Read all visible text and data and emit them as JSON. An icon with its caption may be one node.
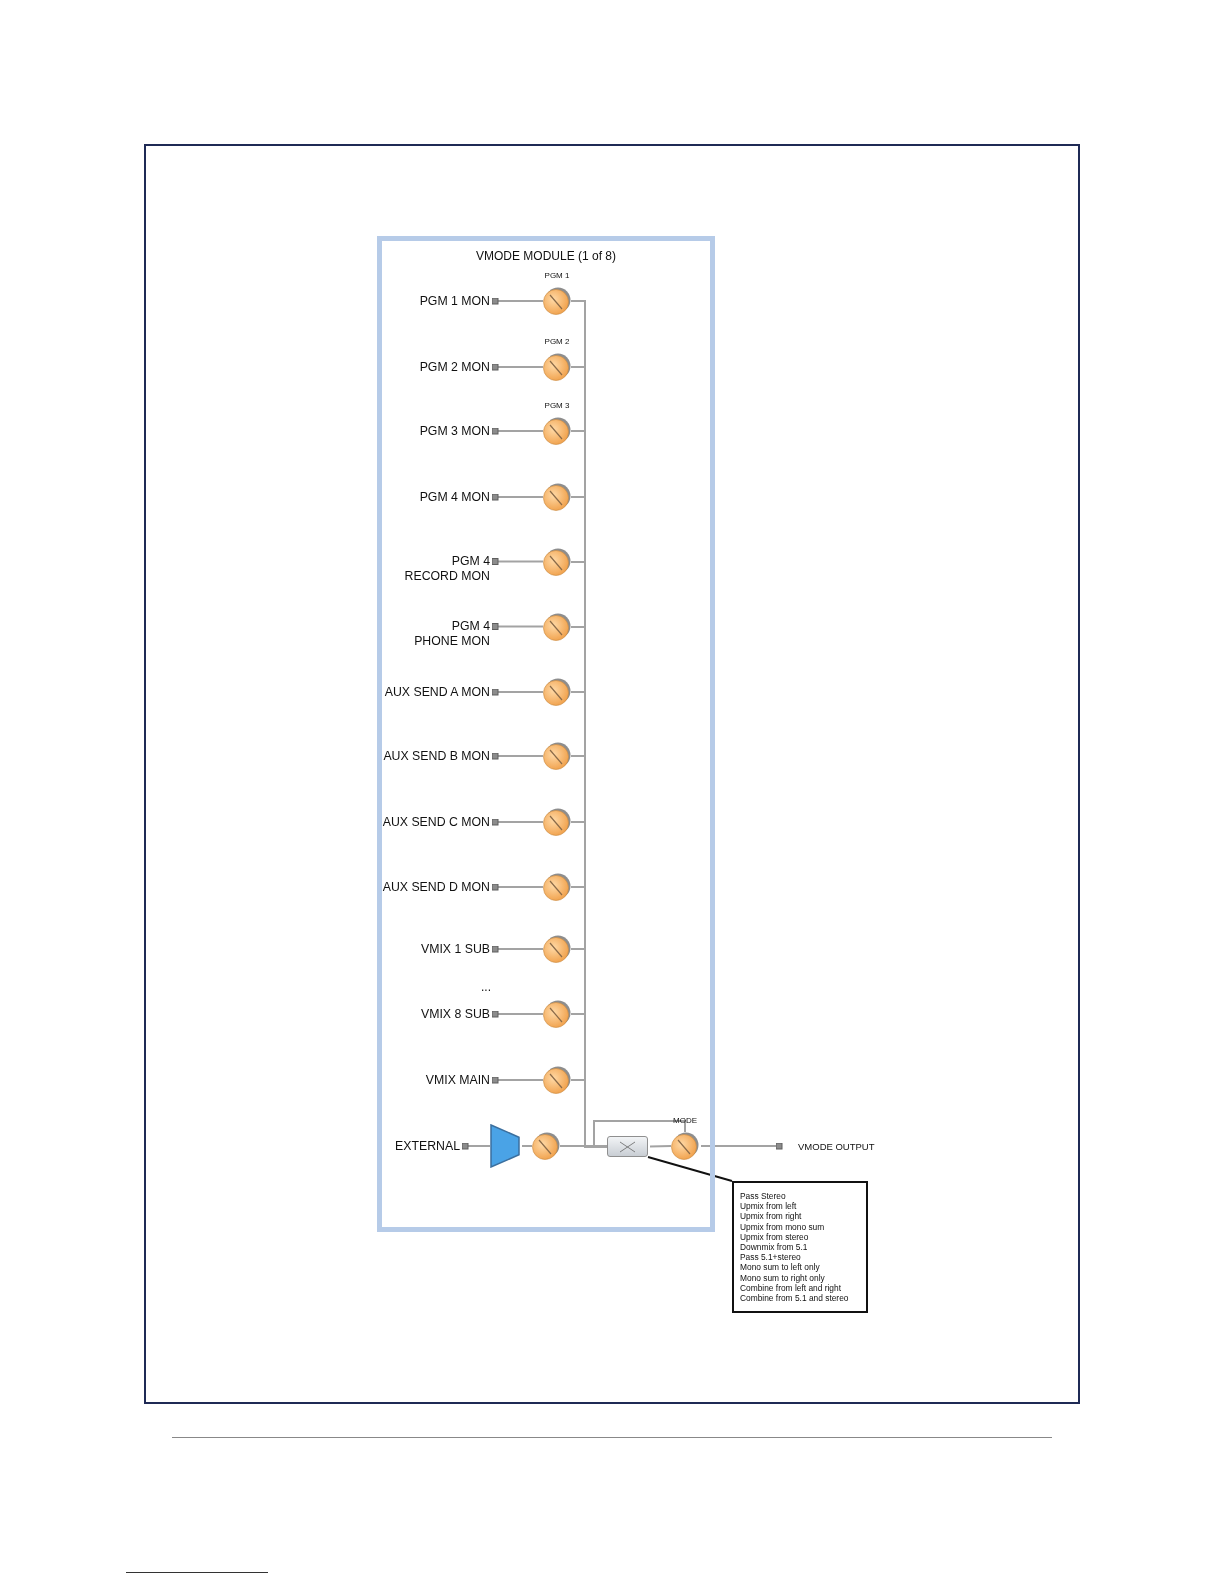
{
  "diagram": {
    "nodes": [
      {
        "text": [
          "VMODE MODULE (1 of 8)"
        ]
      },
      {
        "text": [
          "PGM 1 MON"
        ],
        "in": 0
      },
      {
        "text": [],
        "shape": "circle",
        "beside": [
          "PGM 1"
        ],
        "in": 0
      },
      {
        "text": [
          "PGM 2 MON"
        ],
        "in": 0
      },
      {
        "text": [],
        "shape": "circle",
        "beside": [
          "PGM 2"
        ],
        "in": 0
      },
      {
        "text": [
          "PGM 3 MON"
        ],
        "in": 0
      },
      {
        "text": [],
        "shape": "circle",
        "beside": [
          "PGM 3"
        ],
        "in": 0
      },
      {
        "text": [
          "PGM 4 MON"
        ],
        "in": 0
      },
      {
        "text": [],
        "shape": "circle",
        "in": 0
      },
      {
        "text": [
          "PGM 4 RECORD MON"
        ],
        "in": 0
      },
      {
        "text": [],
        "shape": "circle",
        "in": 0
      },
      {
        "text": [
          "PGM 4 PHONE MON"
        ],
        "in": 0
      },
      {
        "text": [],
        "shape": "circle",
        "in": 0
      },
      {
        "text": [
          "AUX SEND A MON"
        ],
        "in": 0
      },
      {
        "text": [],
        "shape": "circle",
        "in": 0
      },
      {
        "text": [
          "AUX SEND B MON"
        ],
        "in": 0
      },
      {
        "text": [],
        "shape": "circle",
        "in": 0
      },
      {
        "text": [
          "AUX SEND C MON"
        ],
        "in": 0
      },
      {
        "text": [],
        "shape": "circle",
        "in": 0
      },
      {
        "text": [
          "AUX SEND D MON"
        ],
        "in": 0
      },
      {
        "text": [],
        "shape": "circle",
        "in": 0
      },
      {
        "text": [
          "VMIX 1 SUB"
        ],
        "in": 0
      },
      {
        "text": [],
        "shape": "circle",
        "in": 0
      },
      {
        "text": [
          "VMIX 8 SUB"
        ],
        "in": 0
      },
      {
        "text": [],
        "shape": "circle",
        "in": 0
      },
      {
        "text": [
          "VMIX MAIN"
        ],
        "in": 0
      },
      {
        "text": [],
        "shape": "circle",
        "in": 0
      },
      {
        "text": [
          "EXTERNAL"
        ],
        "in": 0
      },
      {
        "text": [],
        "shape": "triangle",
        "in": 0
      },
      {
        "text": [],
        "shape": "circle",
        "in": 0
      },
      {
        "text": [],
        "shape": "box",
        "in": 0
      },
      {
        "text": [],
        "shape": "circle",
        "beside": [
          "MODE"
        ],
        "in": 0
      },
      {
        "text": [
          "VMODE OUTPUT"
        ]
      },
      {
        "text": [
          "Pass Stereo",
          "Upmix from left",
          "Upmix from right",
          "Upmix from mono sum",
          "Upmix from stereo",
          "Downmix from 5.1",
          "Pass 5.1+stereo",
          "Mono sum to left only",
          "Mono sum to right only",
          "Combine from left and right",
          "Combine from 5.1 and stereo"
        ]
      }
    ],
    "edges": [
      {
        "from": 1,
        "to": 2,
        "arrow": "other"
      },
      {
        "from": 3,
        "to": 4,
        "arrow": "other"
      },
      {
        "from": 5,
        "to": 6,
        "arrow": "other"
      },
      {
        "from": 7,
        "to": 8,
        "arrow": "other"
      },
      {
        "from": 9,
        "to": 10,
        "arrow": "other"
      },
      {
        "from": 11,
        "to": 12,
        "arrow": "other"
      },
      {
        "from": 13,
        "to": 14,
        "arrow": "other"
      },
      {
        "from": 15,
        "to": 16,
        "arrow": "other"
      },
      {
        "from": 17,
        "to": 18,
        "arrow": "other"
      },
      {
        "from": 19,
        "to": 20,
        "arrow": "other"
      },
      {
        "from": 21,
        "to": 22,
        "arrow": "other"
      },
      {
        "from": 23,
        "to": 24,
        "arrow": "other"
      },
      {
        "from": 25,
        "to": 26,
        "arrow": "other"
      },
      {
        "from": 27,
        "to": 28,
        "arrow": "other"
      },
      {
        "from": 28,
        "to": 29,
        "arrow": "none"
      },
      {
        "from": 2,
        "to": 30,
        "arrow": "none"
      },
      {
        "from": 4,
        "to": 30,
        "arrow": "none"
      },
      {
        "from": 6,
        "to": 30,
        "arrow": "none"
      },
      {
        "from": 8,
        "to": 30,
        "arrow": "none"
      },
      {
        "from": 10,
        "to": 30,
        "arrow": "none"
      },
      {
        "from": 12,
        "to": 30,
        "arrow": "none"
      },
      {
        "from": 14,
        "to": 30,
        "arrow": "none"
      },
      {
        "from": 16,
        "to": 30,
        "arrow": "none"
      },
      {
        "from": 18,
        "to": 30,
        "arrow": "none"
      },
      {
        "from": 20,
        "to": 30,
        "arrow": "none"
      },
      {
        "from": 22,
        "to": 30,
        "arrow": "none"
      },
      {
        "from": 24,
        "to": 30,
        "arrow": "none"
      },
      {
        "from": 26,
        "to": 30,
        "arrow": "none"
      },
      {
        "from": 29,
        "to": 30,
        "arrow": "none"
      },
      {
        "from": 2,
        "to": 31,
        "arrow": "none"
      },
      {
        "from": 4,
        "to": 31,
        "arrow": "none"
      },
      {
        "from": 6,
        "to": 31,
        "arrow": "none"
      },
      {
        "from": 8,
        "to": 31,
        "arrow": "none"
      },
      {
        "from": 10,
        "to": 31,
        "arrow": "none"
      },
      {
        "from": 12,
        "to": 31,
        "arrow": "none"
      },
      {
        "from": 14,
        "to": 31,
        "arrow": "none"
      },
      {
        "from": 16,
        "to": 31,
        "arrow": "none"
      },
      {
        "from": 18,
        "to": 31,
        "arrow": "none"
      },
      {
        "from": 20,
        "to": 31,
        "arrow": "none"
      },
      {
        "from": 22,
        "to": 31,
        "arrow": "none"
      },
      {
        "from": 24,
        "to": 31,
        "arrow": "none"
      },
      {
        "from": 26,
        "to": 31,
        "arrow": "none"
      },
      {
        "from": 29,
        "to": 31,
        "arrow": "none"
      },
      {
        "from": 30,
        "to": 31,
        "arrow": "none"
      },
      {
        "from": 31,
        "to": 32,
        "arrow": "other"
      },
      {
        "from": 33,
        "to": 30,
        "arrow": "none",
        "color": "#111111"
      }
    ],
    "labels": [
      "..."
    ]
  }
}
